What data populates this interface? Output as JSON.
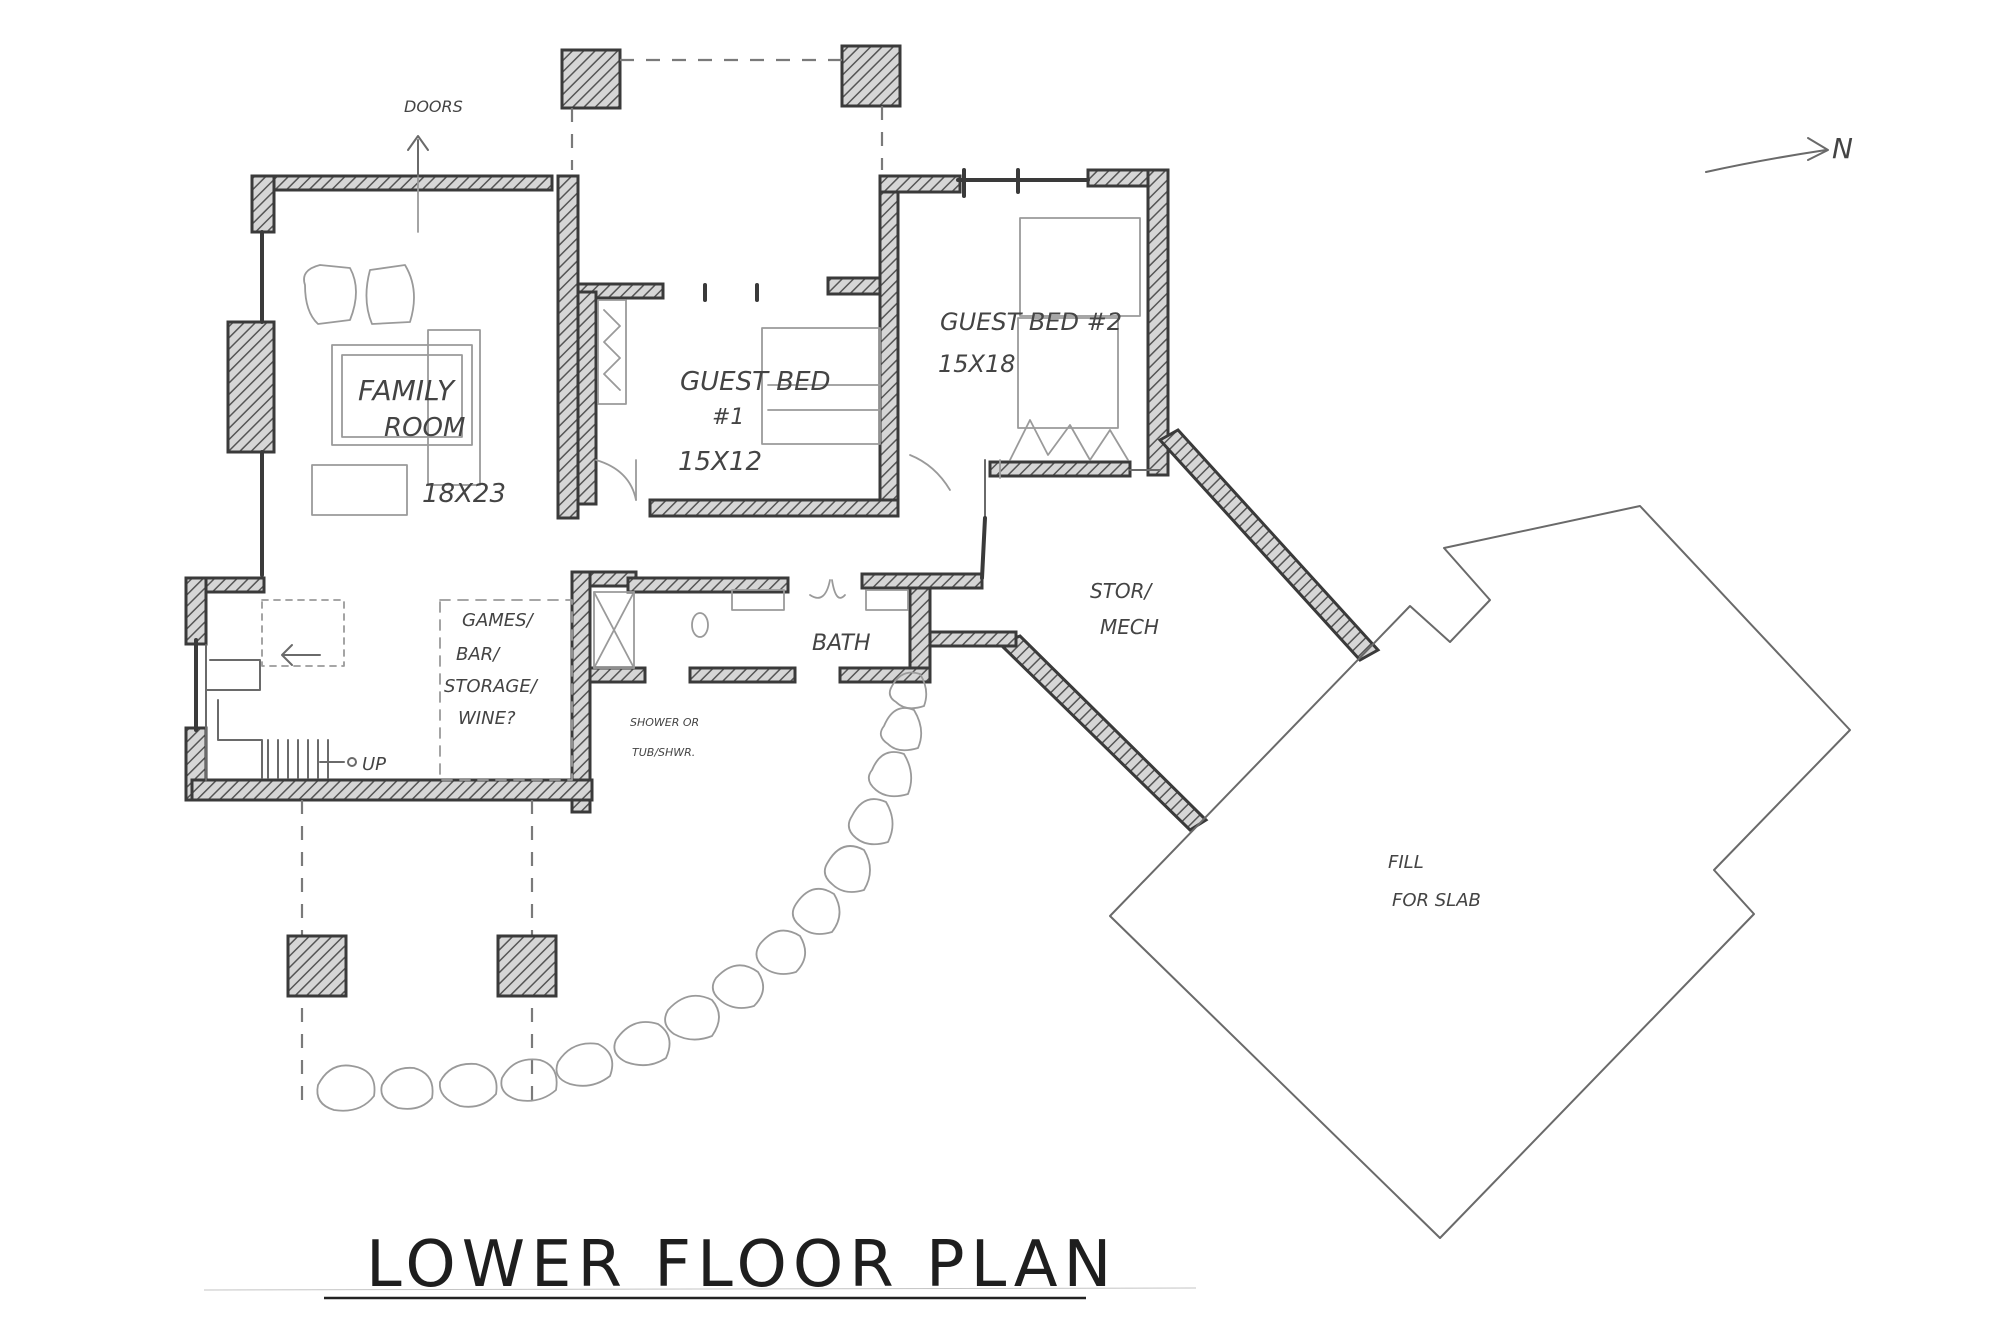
{
  "title": "LOWER FLOOR PLAN",
  "labels": {
    "doors": "DOORS",
    "north": "N",
    "family_room_line1": "FAMILY",
    "family_room_line2": "ROOM",
    "family_room_size": "18X23",
    "guest_bed1_line1": "GUEST BED",
    "guest_bed1_line2": "#1",
    "guest_bed1_size": "15X12",
    "guest_bed2": "GUEST BED #2",
    "guest_bed2_size": "15X18",
    "games_line1": "GAMES/",
    "games_line2": "BAR/",
    "games_line3": "STORAGE/",
    "games_line4": "WINE?",
    "bath": "BATH",
    "shower_line1": "SHOWER OR",
    "shower_line2": "TUB/SHWR.",
    "stair_up": "UP",
    "stor_mech_line1": "STOR/",
    "stor_mech_line2": "MECH",
    "fill_line1": "FILL",
    "fill_line2": "FOR SLAB"
  }
}
